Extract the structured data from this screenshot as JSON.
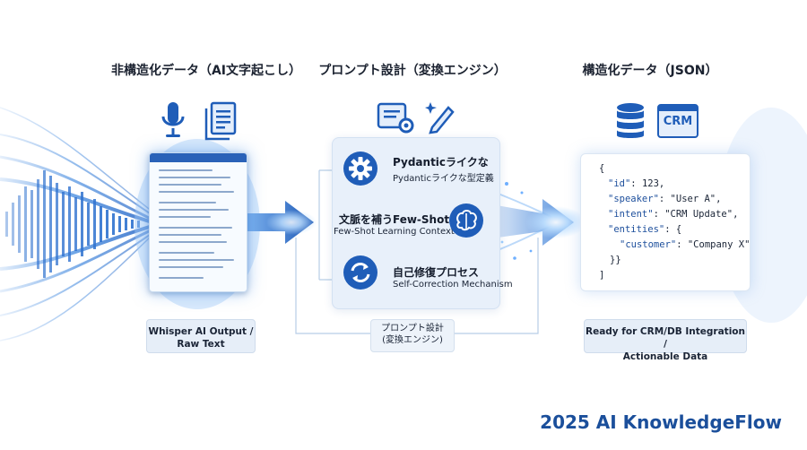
{
  "headings": {
    "left": "非構造化データ（AI文字起こし）",
    "center": "プロンプト設計（変換エンジン）",
    "right": "構造化データ（JSON）"
  },
  "icons": {
    "left": [
      "microphone-icon",
      "document-icon"
    ],
    "center": [
      "settings-document-icon",
      "pen-icon"
    ],
    "right": [
      "database-icon",
      "crm-window-icon"
    ]
  },
  "crm_label": "CRM",
  "steps": [
    {
      "title": "Pydanticライクな",
      "subtitle": "Pydanticライクな型定義",
      "icon": "gear-icon"
    },
    {
      "title": "文脈を補うFew-Shot",
      "subtitle": "Few-Shot Learning Context",
      "icon": "brain-icon"
    },
    {
      "title": "自己修復プロセス",
      "subtitle": "Self-Correction Mechanism",
      "icon": "refresh-icon"
    }
  ],
  "json_lines": [
    {
      "text": "{",
      "key": "",
      "value": ""
    },
    {
      "text": "",
      "key": "\"id\"",
      "value": ": 123,"
    },
    {
      "text": "",
      "key": "\"speaker\"",
      "value": ": \"User A\","
    },
    {
      "text": "",
      "key": "\"intent\"",
      "value": ": \"CRM Update\","
    },
    {
      "text": "",
      "key": "\"entities\"",
      "value": ": {"
    },
    {
      "text": "",
      "key": "\"customer\"",
      "value": ": \"Company X\""
    },
    {
      "text": "}}",
      "key": "",
      "value": ""
    },
    {
      "text": "]",
      "key": "",
      "value": ""
    }
  ],
  "captions": {
    "left_line1": "Whisper AI Output /",
    "left_line2": "Raw Text",
    "center_line1": "プロンプト設計",
    "center_line2": "(変換エンジン)",
    "right_line1": "Ready for CRM/DB Integration /",
    "right_line2": "Actionable Data"
  },
  "brand": "2025 AI KnowledgeFlow",
  "colors": {
    "primary": "#2a62b8",
    "dark_blue": "#1b4f9b",
    "glow": "#6fb0ff",
    "panel": "#e8f0fa"
  }
}
